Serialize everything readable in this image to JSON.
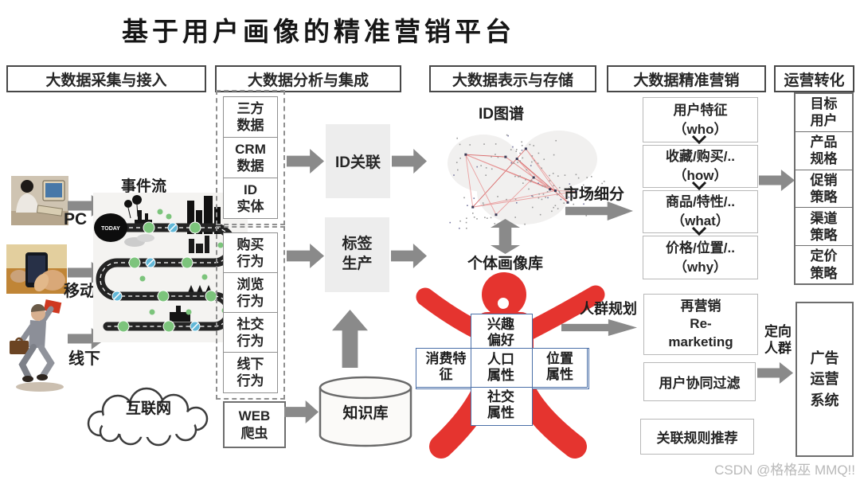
{
  "title": "基于用户画像的精准营销平台",
  "watermark": "CSDN @格格巫 MMQ!!",
  "colors": {
    "red": "#e5342f",
    "arrow": "#8a8a8a",
    "blue": "#4a6fa8",
    "green": "#7cc47c"
  },
  "headers": [
    "大数据采集与接入",
    "大数据分析与集成",
    "大数据表示与存储",
    "大数据精准营销",
    "运营转化"
  ],
  "collection": {
    "pc_label": "PC",
    "mobile_label": "移动",
    "offline_label": "线下",
    "event_stream_label": "事件流",
    "today": "TODAY",
    "internet_label": "互联网"
  },
  "analysis": {
    "data_group": [
      "三方\n数据",
      "CRM\n数据",
      "ID\n实体"
    ],
    "behavior_group": [
      "购买\n行为",
      "浏览\n行为",
      "社交\n行为",
      "线下\n行为"
    ],
    "web_crawler": "WEB\n爬虫",
    "id_link": "ID关联",
    "tag_production": "标签\n生产",
    "knowledge_base": "知识库"
  },
  "storage": {
    "id_graph": "ID图谱",
    "market_segmentation": "市场细分",
    "individual_profile_db": "个体画像库",
    "crowd_planning": "人群规划",
    "attrs": {
      "interest": "兴趣\n偏好",
      "demographic": "人口\n属性",
      "social": "社交\n属性",
      "consumption": "消费特\n征",
      "location": "位置\n属性"
    }
  },
  "marketing": {
    "funnel": [
      "用户特征\n（who）",
      "收藏/购买/..\n（how）",
      "商品/特性/..\n（what）",
      "价格/位置/..\n（why）"
    ],
    "remarketing": "再营销\nRe-\nmarketing",
    "collaborative_filtering": "用户协同过滤",
    "association_rules": "关联规则推荐",
    "targeted_crowd": "定向\n人群"
  },
  "conversion": {
    "strategies": [
      "目标\n用户",
      "产品\n规格",
      "促销\n策略",
      "渠道\n策略",
      "定价\n策略"
    ],
    "ad_system": "广告\n运营\n系统"
  }
}
